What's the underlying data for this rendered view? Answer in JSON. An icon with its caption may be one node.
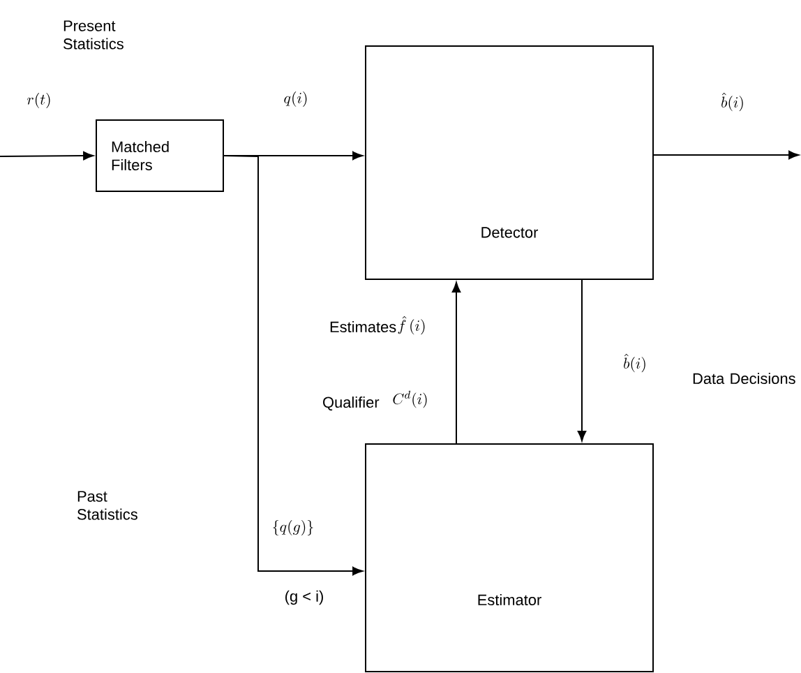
{
  "diagram": {
    "nodes": [
      {
        "text": [
          "Matched Filters"
        ]
      },
      {
        "text": [
          "Detector"
        ]
      },
      {
        "text": [
          "Estimator"
        ]
      }
    ],
    "edges": [
      {
        "from": null,
        "to": 0,
        "arrow": "to",
        "label": "r(t)"
      },
      {
        "from": 0,
        "to": 1,
        "arrow": "to",
        "label": "q(i)"
      },
      {
        "from": 1,
        "to": null,
        "arrow": "to",
        "label": "\\hat{b}(i)"
      },
      {
        "from": 2,
        "to": 1,
        "arrow": "to",
        "label": "\\hat{f}\\,(i)"
      },
      {
        "from": 1,
        "to": 2,
        "arrow": "to",
        "label": "\\hat{b}(i)"
      },
      {
        "from": 0,
        "to": 2,
        "arrow": "to",
        "label": "\\{q(g)\\}"
      }
    ],
    "labels": [
      "Present Statistics",
      "Estimates",
      "Qualifier",
      "C^{d}(i)",
      "Data Decisions",
      "Past Statistics",
      "(g < i)"
    ]
  }
}
